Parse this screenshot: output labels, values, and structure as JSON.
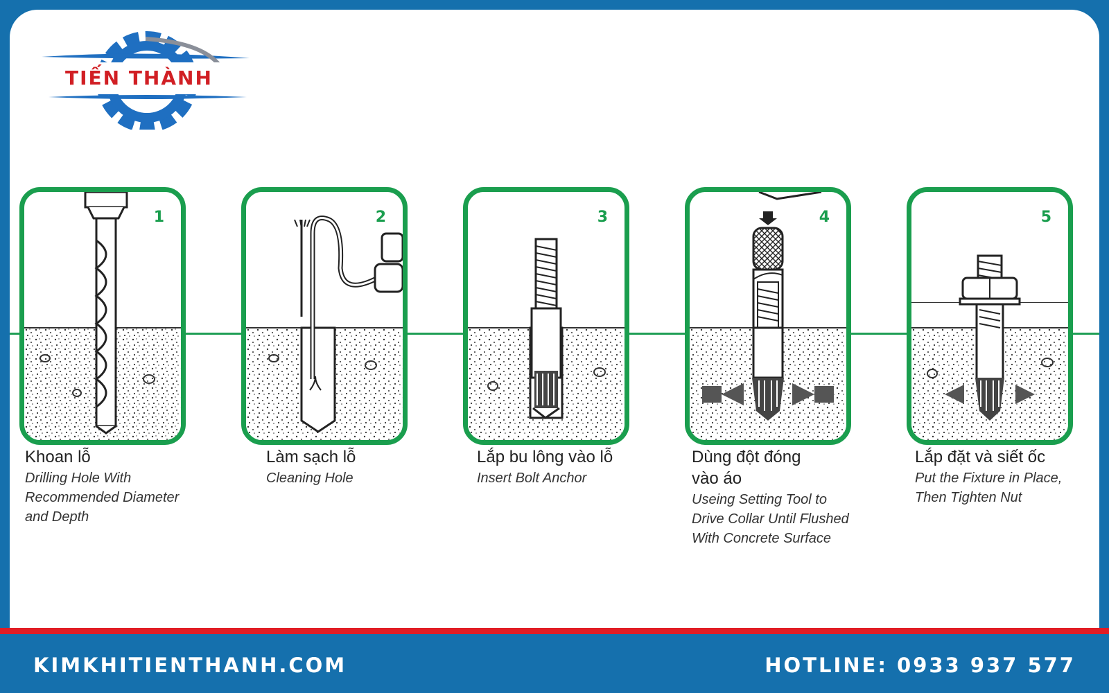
{
  "brand": {
    "logo_text": "TIẾN THÀNH",
    "colors": {
      "blue": "#1570ad",
      "red": "#e11d25",
      "green": "#1a9e4e",
      "gear": "#1f6fc1"
    }
  },
  "steps": [
    {
      "number": "1",
      "title": "Khoan lỗ",
      "subtitle": "Drilling Hole With\nRecommended Diameter\nand Depth",
      "illustration": "drill-bit-icon"
    },
    {
      "number": "2",
      "title": "Làm sạch lỗ",
      "subtitle": "Cleaning Hole",
      "illustration": "air-blower-icon"
    },
    {
      "number": "3",
      "title": "Lắp bu lông  vào lỗ",
      "subtitle": "Insert Bolt Anchor",
      "illustration": "bolt-anchor-icon"
    },
    {
      "number": "4",
      "title": "Dùng đột đóng\nvào áo",
      "subtitle": "Useing Setting Tool to\nDrive Collar Until Flushed\nWith Concrete Surface",
      "illustration": "setting-tool-icon"
    },
    {
      "number": "5",
      "title": "Lắp đặt  và siết ốc",
      "subtitle": "Put the Fixture in Place,\nThen Tighten Nut",
      "illustration": "tightened-nut-icon"
    }
  ],
  "footer": {
    "website": "KIMKHITIENTHANH.COM",
    "hotline": "HOTLINE: 0933 937 577"
  }
}
